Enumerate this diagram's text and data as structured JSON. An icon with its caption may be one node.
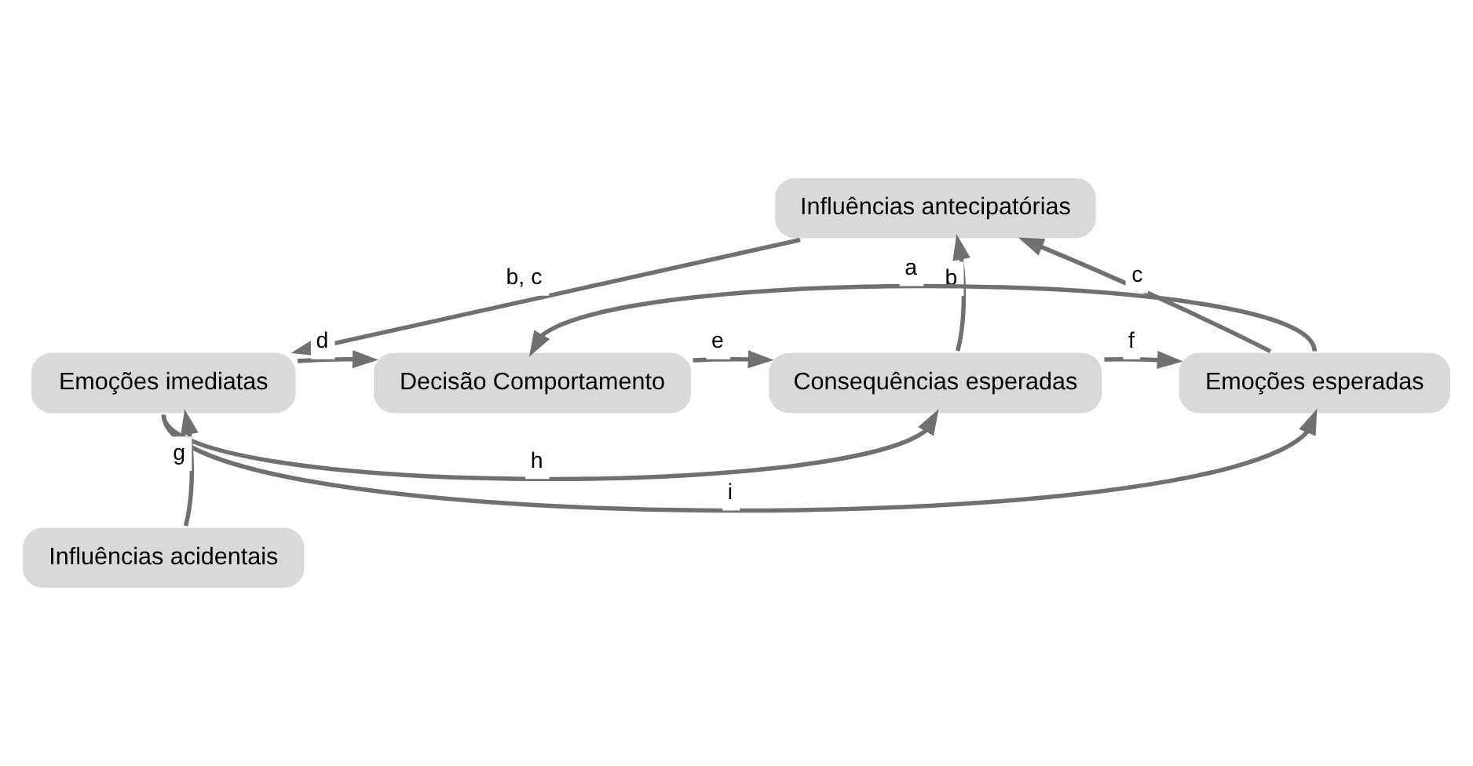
{
  "diagram": {
    "nodes": [
      {
        "text": [
          "Influências antecipatórias"
        ]
      },
      {
        "text": [
          "Emoções imediatas"
        ]
      },
      {
        "text": [
          "Decisão Comportamento"
        ]
      },
      {
        "text": [
          "Consequências esperadas"
        ]
      },
      {
        "text": [
          "Emoções esperadas"
        ]
      },
      {
        "text": [
          "Influências acidentais"
        ]
      }
    ],
    "edges": [
      {
        "from": 0,
        "to": 1,
        "arrow": "to",
        "label": "b, c"
      },
      {
        "from": 1,
        "to": 2,
        "arrow": "to",
        "label": "d"
      },
      {
        "from": 2,
        "to": 3,
        "arrow": "to",
        "label": "e"
      },
      {
        "from": 3,
        "to": 4,
        "arrow": "to",
        "label": "f"
      },
      {
        "from": 4,
        "to": 2,
        "arrow": "to",
        "label": "a"
      },
      {
        "from": 3,
        "to": 0,
        "arrow": "to",
        "label": "b"
      },
      {
        "from": 4,
        "to": 0,
        "arrow": "to",
        "label": "c"
      },
      {
        "from": 5,
        "to": 1,
        "arrow": "to",
        "label": "g"
      },
      {
        "from": 1,
        "to": 3,
        "arrow": "to",
        "label": "h"
      },
      {
        "from": 1,
        "to": 4,
        "arrow": "to",
        "label": "i"
      }
    ]
  }
}
